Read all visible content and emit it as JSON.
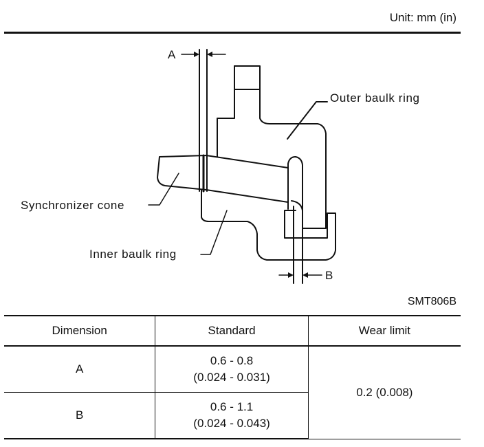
{
  "header": {
    "unit": "Unit: mm (in)"
  },
  "figure": {
    "labels": {
      "a": "A",
      "b": "B",
      "outer_ring": "Outer baulk ring",
      "cone": "Synchronizer cone",
      "inner_ring": "Inner baulk ring"
    },
    "reference": "SMT806B"
  },
  "table": {
    "headers": [
      "Dimension",
      "Standard",
      "Wear limit"
    ],
    "rows": [
      {
        "dimension": "A",
        "standard_mm": "0.6 - 0.8",
        "standard_in": "(0.024 - 0.031)"
      },
      {
        "dimension": "B",
        "standard_mm": "0.6 - 1.1",
        "standard_in": "(0.024 - 0.043)"
      }
    ],
    "wear_limit": "0.2 (0.008)"
  }
}
